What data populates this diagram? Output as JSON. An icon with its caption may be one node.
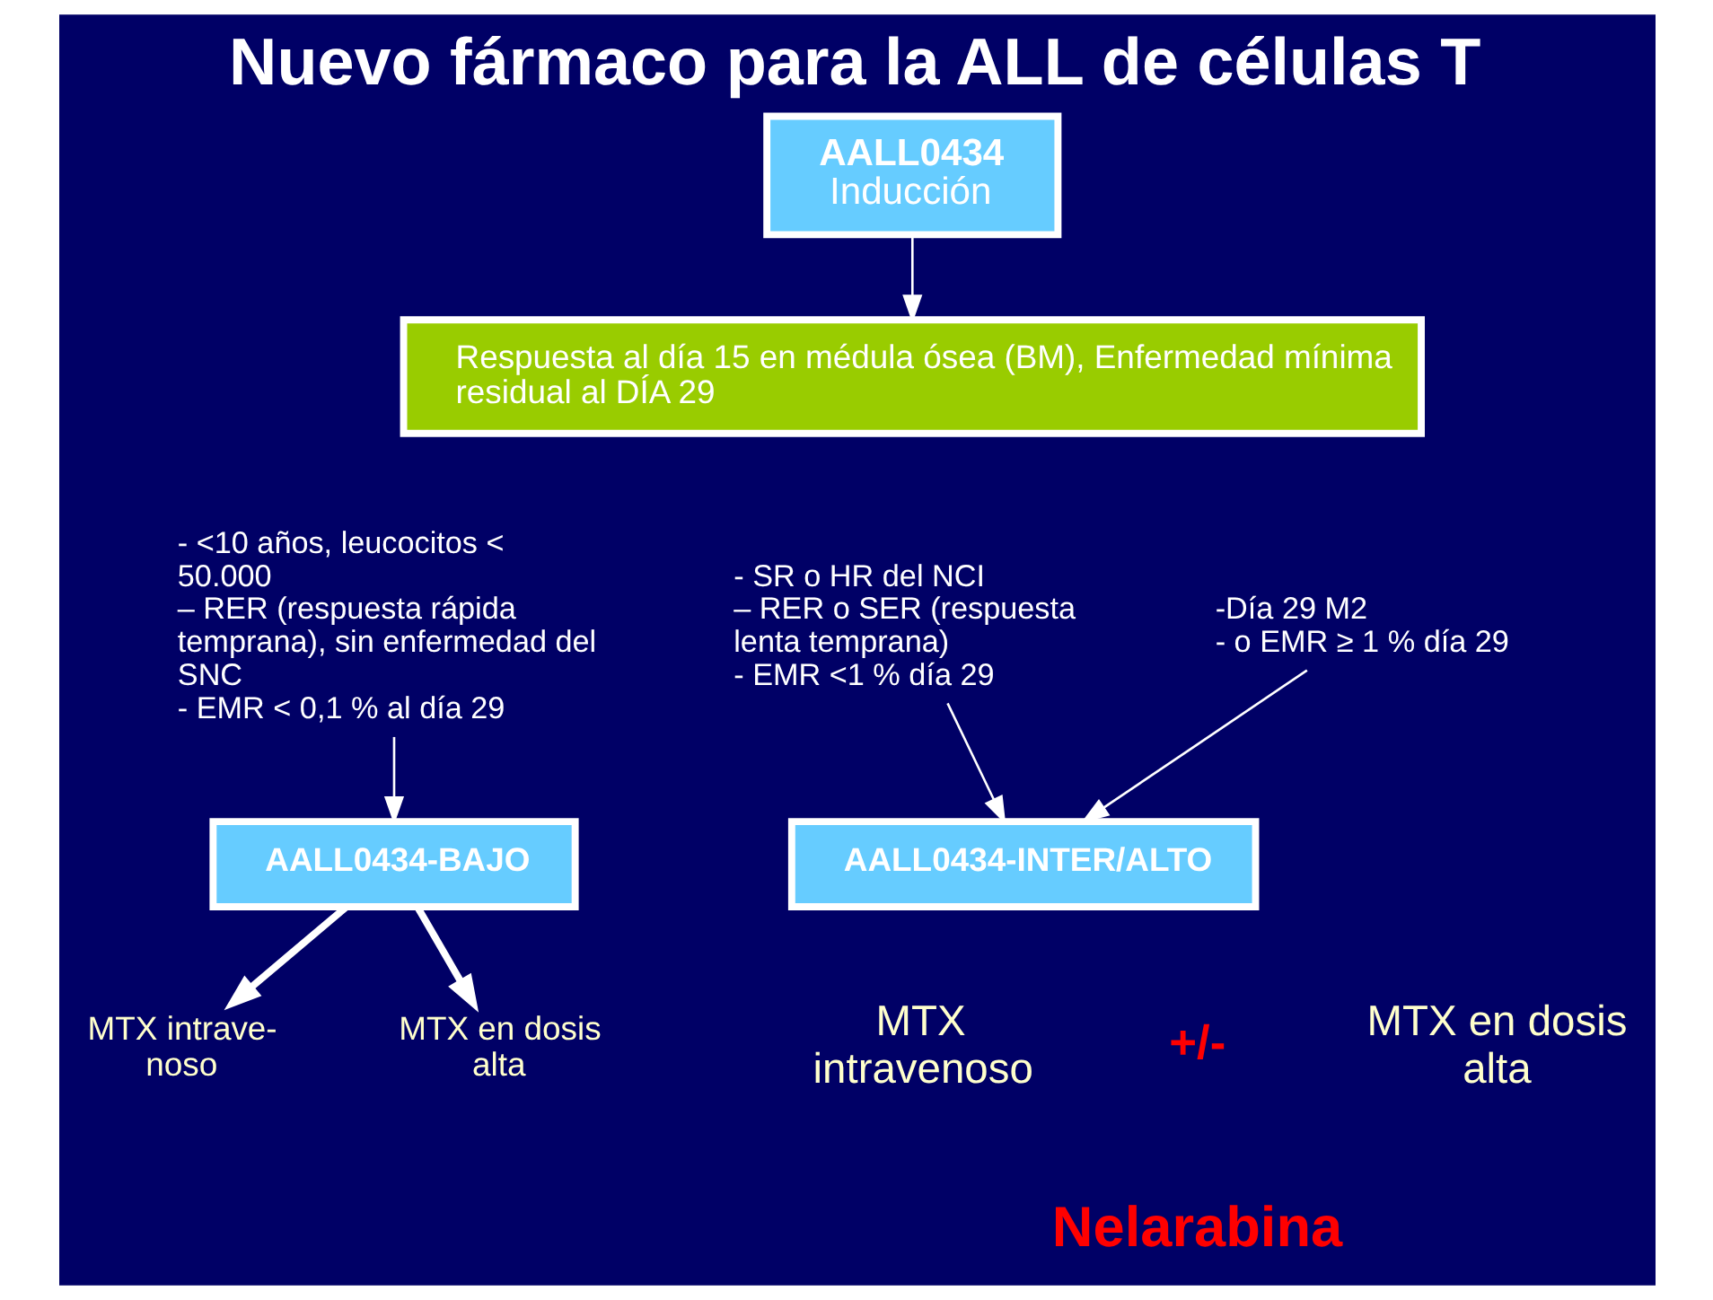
{
  "diagram": {
    "title": "Nuevo fármaco para la ALL de células T",
    "nodes": [
      {
        "text": [
          "AALL0434",
          "Inducción"
        ]
      },
      {
        "text": [
          "Respuesta al día 15 en médula ósea (BM), Enfermedad mínima residual al DÍA 29"
        ]
      },
      {
        "text": [
          "- <10 años, leucocitos < 50.000",
          "– RER (respuesta rápida temprana), sin enfermedad del SNC",
          "- EMR < 0,1 % al día 29"
        ]
      },
      {
        "text": [
          "- SR o HR del NCI",
          "– RER o SER (respuesta lenta temprana)",
          "- EMR <1 % día 29"
        ]
      },
      {
        "text": [
          "-Día 29 M2",
          "- o EMR ≥ 1 % día 29"
        ]
      },
      {
        "text": [
          "AALL0434-BAJO"
        ]
      },
      {
        "text": [
          "AALL0434-INTER/ALTO"
        ]
      },
      {
        "text": [
          "MTX intrave- noso"
        ]
      },
      {
        "text": [
          "MTX en dosis alta"
        ]
      },
      {
        "text": [
          "MTX intravenoso"
        ]
      },
      {
        "text": [
          "MTX en dosis alta"
        ]
      }
    ],
    "edges": [
      {
        "from": 0,
        "to": 1,
        "arrow": "to"
      },
      {
        "from": 2,
        "to": 5,
        "arrow": "to"
      },
      {
        "from": 3,
        "to": 6,
        "arrow": "to"
      },
      {
        "from": 4,
        "to": 6,
        "arrow": "to"
      },
      {
        "from": 5,
        "to": 7,
        "arrow": "to",
        "style": "thick"
      },
      {
        "from": 5,
        "to": 8,
        "arrow": "to",
        "style": "thick"
      }
    ],
    "labels": [
      "+/-",
      "Nelarabina"
    ]
  }
}
